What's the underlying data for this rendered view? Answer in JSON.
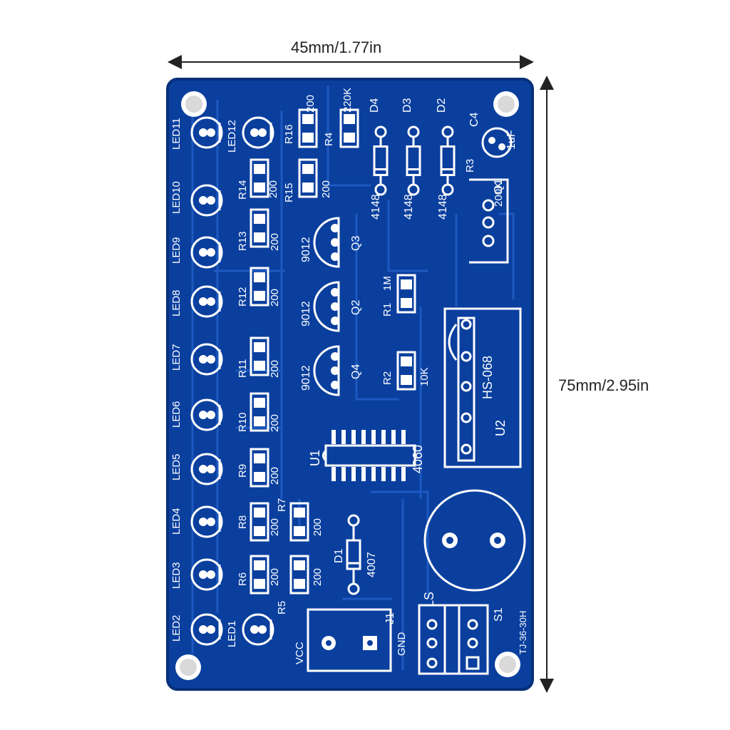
{
  "dimensions": {
    "width_label": "45mm/1.77in",
    "height_label": "75mm/2.95in"
  },
  "pcb": {
    "board_color": "#0a3f9e",
    "silkscreen_color": "#ffffff",
    "leds": [
      "LED11",
      "LED12",
      "LED10",
      "LED9",
      "LED8",
      "LED7",
      "LED6",
      "LED5",
      "LED4",
      "LED3",
      "LED2",
      "LED1"
    ],
    "resistors": [
      {
        "ref": "R16",
        "value": "200"
      },
      {
        "ref": "R4",
        "value": "220K"
      },
      {
        "ref": "R14",
        "value": "200"
      },
      {
        "ref": "R15",
        "value": "200"
      },
      {
        "ref": "R13",
        "value": "200"
      },
      {
        "ref": "R12",
        "value": "200"
      },
      {
        "ref": "R11",
        "value": "200"
      },
      {
        "ref": "R10",
        "value": "200"
      },
      {
        "ref": "R9",
        "value": "200"
      },
      {
        "ref": "R8",
        "value": "200"
      },
      {
        "ref": "R7",
        "value": "200"
      },
      {
        "ref": "R6",
        "value": "200"
      },
      {
        "ref": "R5",
        "value": "200"
      },
      {
        "ref": "R1",
        "value": "1M"
      },
      {
        "ref": "R2",
        "value": "10K"
      },
      {
        "ref": "R3",
        "value": "200K"
      }
    ],
    "diodes": [
      {
        "ref": "D4",
        "value": "4148"
      },
      {
        "ref": "D3",
        "value": "4148"
      },
      {
        "ref": "D2",
        "value": "4148"
      },
      {
        "ref": "D1",
        "value": "4007"
      }
    ],
    "capacitor": {
      "ref": "C4",
      "value": "1uF"
    },
    "transistors": [
      {
        "ref": "Q3",
        "value": "9012"
      },
      {
        "ref": "Q2",
        "value": "9012"
      },
      {
        "ref": "Q4",
        "value": "9012"
      }
    ],
    "ic": {
      "ref": "U1",
      "value": "4060"
    },
    "module": {
      "ref": "U2",
      "value": "HS-068"
    },
    "pot": {
      "ref": "Q1"
    },
    "speaker": {
      "ref": "LS"
    },
    "switch": {
      "ref": "S1",
      "value": "TJ-36-30H"
    },
    "power": {
      "ref": "J1",
      "pin1": "VCC",
      "pin2": "GND"
    }
  }
}
